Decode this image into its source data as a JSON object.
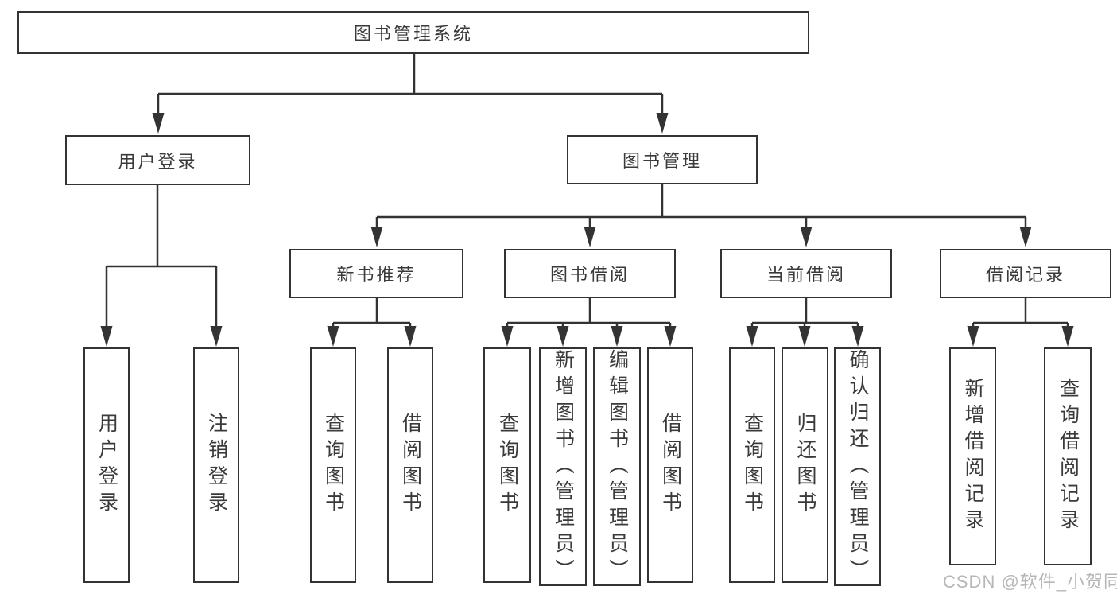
{
  "diagram_title": "图书管理系统",
  "tree": {
    "label": "图书管理系统",
    "children": [
      {
        "label": "用户登录",
        "children": [
          {
            "label": "用户登录"
          },
          {
            "label": "注销登录"
          }
        ]
      },
      {
        "label": "图书管理",
        "children": [
          {
            "label": "新书推荐",
            "children": [
              {
                "label": "查询图书"
              },
              {
                "label": "借阅图书"
              }
            ]
          },
          {
            "label": "图书借阅",
            "children": [
              {
                "label": "查询图书"
              },
              {
                "label": "新增图书（管理员）"
              },
              {
                "label": "编辑图书（管理员）"
              },
              {
                "label": "借阅图书"
              }
            ]
          },
          {
            "label": "当前借阅",
            "children": [
              {
                "label": "查询图书"
              },
              {
                "label": "归还图书"
              },
              {
                "label": "确认归还（管理员）"
              }
            ]
          },
          {
            "label": "借阅记录",
            "children": [
              {
                "label": "新增借阅记录"
              },
              {
                "label": "查询借阅记录"
              }
            ]
          }
        ]
      }
    ]
  },
  "watermark": "CSDN @软件_小贺同学",
  "colors": {
    "line": "#333333",
    "text": "#3a3a3a",
    "box-border": "#333333",
    "watermark": "#b7b7b7",
    "background": "#ffffff"
  }
}
